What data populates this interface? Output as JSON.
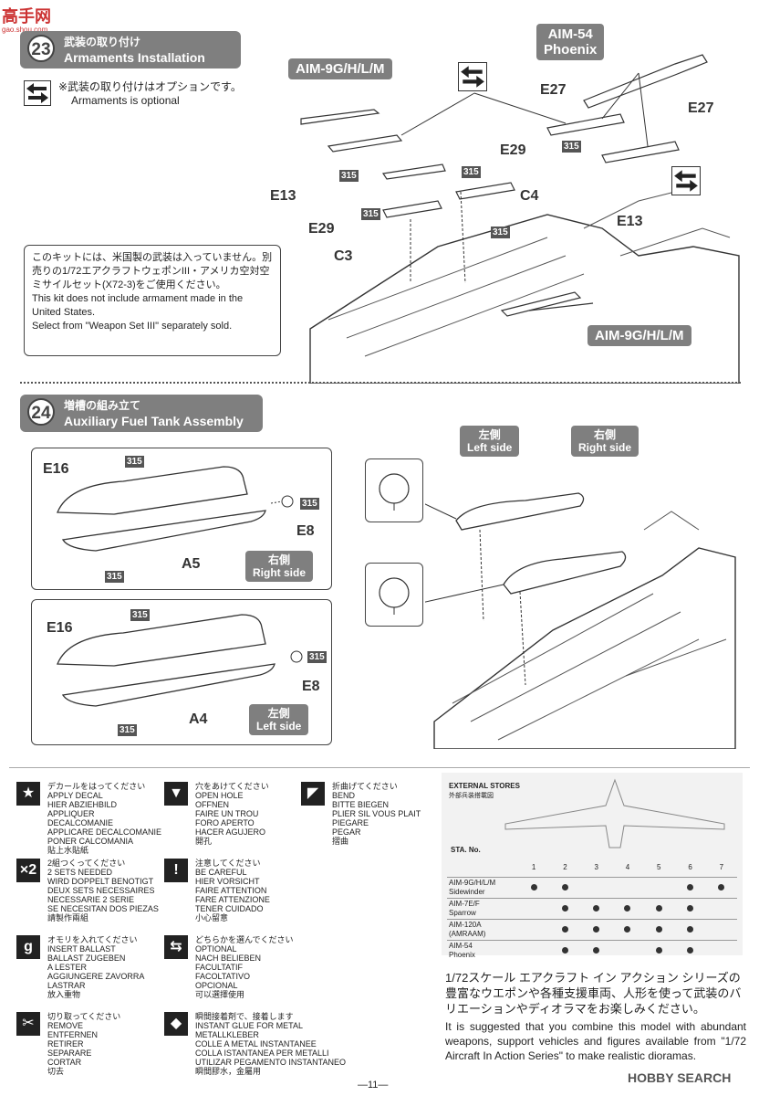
{
  "watermark": {
    "logo": "高手网",
    "site": "gao.shou.com"
  },
  "step23": {
    "number": "23",
    "title_jp": "武装の取り付け",
    "title_en": "Armaments Installation",
    "optional_jp": "※武装の取り付けはオプションです。",
    "optional_en": "Armaments is optional",
    "labels": {
      "aim9_top": "AIM-9G/H/L/M",
      "aim54": "AIM-54\nPhoenix",
      "aim9_bottom": "AIM-9G/H/L/M",
      "e27_left": "E27",
      "e27_right": "E27",
      "e29_top": "E29",
      "e29_left": "E29",
      "e13_left": "E13",
      "e13_right": "E13",
      "c4": "C4",
      "c3": "C3",
      "paint": "315"
    },
    "notice_jp": "このキットには、米国製の武装は入っていません。別売りの1/72エアクラフトウェポンIII・アメリカ空対空ミサイルセット(X72-3)をご使用ください。",
    "notice_en1": "This kit does not include armament made in the United States.",
    "notice_en2": "Select from \"Weapon Set III\" separately sold."
  },
  "step24": {
    "number": "24",
    "title_jp": "増槽の組み立て",
    "title_en": "Auxiliary Fuel Tank Assembly",
    "right": {
      "jp": "右側",
      "en": "Right side",
      "top_part": "E16",
      "bottom_part": "A5",
      "cap": "E8"
    },
    "left": {
      "jp": "左側",
      "en": "Left side",
      "top_part": "E16",
      "bottom_part": "A4",
      "cap": "E8"
    },
    "paint": "315",
    "callout_left_jp": "左側",
    "callout_left_en": "Left side",
    "callout_right_jp": "右側",
    "callout_right_en": "Right side"
  },
  "legend": [
    {
      "icon": "star-icon",
      "glyph": "★",
      "lines": "デカールをはってください\nAPPLY DECAL\nHIER ABZIEHBILD\nAPPLIQUER DECALCOMANIE\nAPPLICARE DECALCOMANIE\nPONER CALCOMANIA\n貼上水貼紙"
    },
    {
      "icon": "drill-icon",
      "glyph": "▼",
      "lines": "穴をあけてください\nOPEN HOLE\nOFFNEN\nFAIRE UN TROU\nFORO APERTO\nHACER AGUJERO\n開孔"
    },
    {
      "icon": "bend-icon",
      "glyph": "◤",
      "lines": "折曲げてください\nBEND\nBITTE BIEGEN\nPLIER SIL VOUS PLAIT\nPIEGARE\nPEGAR\n摺曲"
    },
    {
      "icon": "x2-icon",
      "glyph": "×2",
      "lines": "2組つくってください\n2 SETS NEEDED\nWIRD DOPPELT BENOTIGT\nDEUX SETS NECESSAIRES\nNECESSARIE 2 SERIE\nSE NECESITAN DOS PIEZAS\n請製作兩組"
    },
    {
      "icon": "caution-icon",
      "glyph": "!",
      "lines": "注意してください\nBE CAREFUL\nHIER VORSICHT\nFAIRE ATTENTION\nFARE ATTENZIONE\nTENER CUIDADO\n小心留意"
    },
    {
      "icon": "blank-icon",
      "glyph": "",
      "lines": ""
    },
    {
      "icon": "ballast-icon",
      "glyph": "g",
      "lines": "オモリを入れてください\nINSERT BALLAST\nBALLAST ZUGEBEN\nA LESTER\nAGGIUNGERE ZAVORRA\nLASTRAR\n放入重物"
    },
    {
      "icon": "optional-icon",
      "glyph": "⇆",
      "lines": "どちらかを選んでください\nOPTIONAL\nNACH BELIEBEN\nFACULTATIF\nFACOLTATIVO\nOPCIONAL\n可以選擇使用"
    },
    {
      "icon": "blank-icon",
      "glyph": "",
      "lines": ""
    },
    {
      "icon": "cut-icon",
      "glyph": "✂",
      "lines": "切り取ってください\nREMOVE\nENTFERNEN\nRETIRER\nSEPARARE\nCORTAR\n切去"
    },
    {
      "icon": "glue-icon",
      "glyph": "◆",
      "lines": "瞬間接着剤で、接着します\nINSTANT GLUE FOR METAL\nMETALLKLEBER\nCOLLE A METAL INSTANTANEE\nCOLLA ISTANTANEA PER METALLI\nUTILIZAR PEGAMENTO INSTANTANEO\n瞬間膠水，金屬用"
    },
    {
      "icon": "blank-icon",
      "glyph": "",
      "lines": ""
    }
  ],
  "stores": {
    "title": "EXTERNAL STORES",
    "subtitle": "外部兵装搭載図",
    "sta": "STA. No.",
    "stations": [
      "1",
      "2",
      "3",
      "4",
      "5",
      "6",
      "7"
    ],
    "rows": [
      {
        "name": "AIM-9G/H/L/M\nSidewinder",
        "marks": [
          1,
          1,
          0,
          0,
          0,
          1,
          1
        ]
      },
      {
        "name": "AIM-7E/F\nSparrow",
        "marks": [
          0,
          1,
          1,
          1,
          1,
          1,
          0
        ]
      },
      {
        "name": "AIM-120A\n(AMRAAM)",
        "marks": [
          0,
          1,
          1,
          1,
          1,
          1,
          0
        ]
      },
      {
        "name": "AIM-54\nPhoenix",
        "marks": [
          0,
          1,
          1,
          0,
          1,
          1,
          0
        ]
      }
    ]
  },
  "promo_jp": "1/72スケール エアクラフト イン アクション シリーズの豊富なウエポンや各種支援車両、人形を使って武装のバリエーションやディオラマをお楽しみください。",
  "promo_en": "It is suggested that you combine this model with abundant weapons, support vehicles and figures available from \"1/72 Aircraft In Action Series\" to make realistic dioramas.",
  "page_number": "—11—",
  "hobby_watermark": "HOBBY SEARCH"
}
